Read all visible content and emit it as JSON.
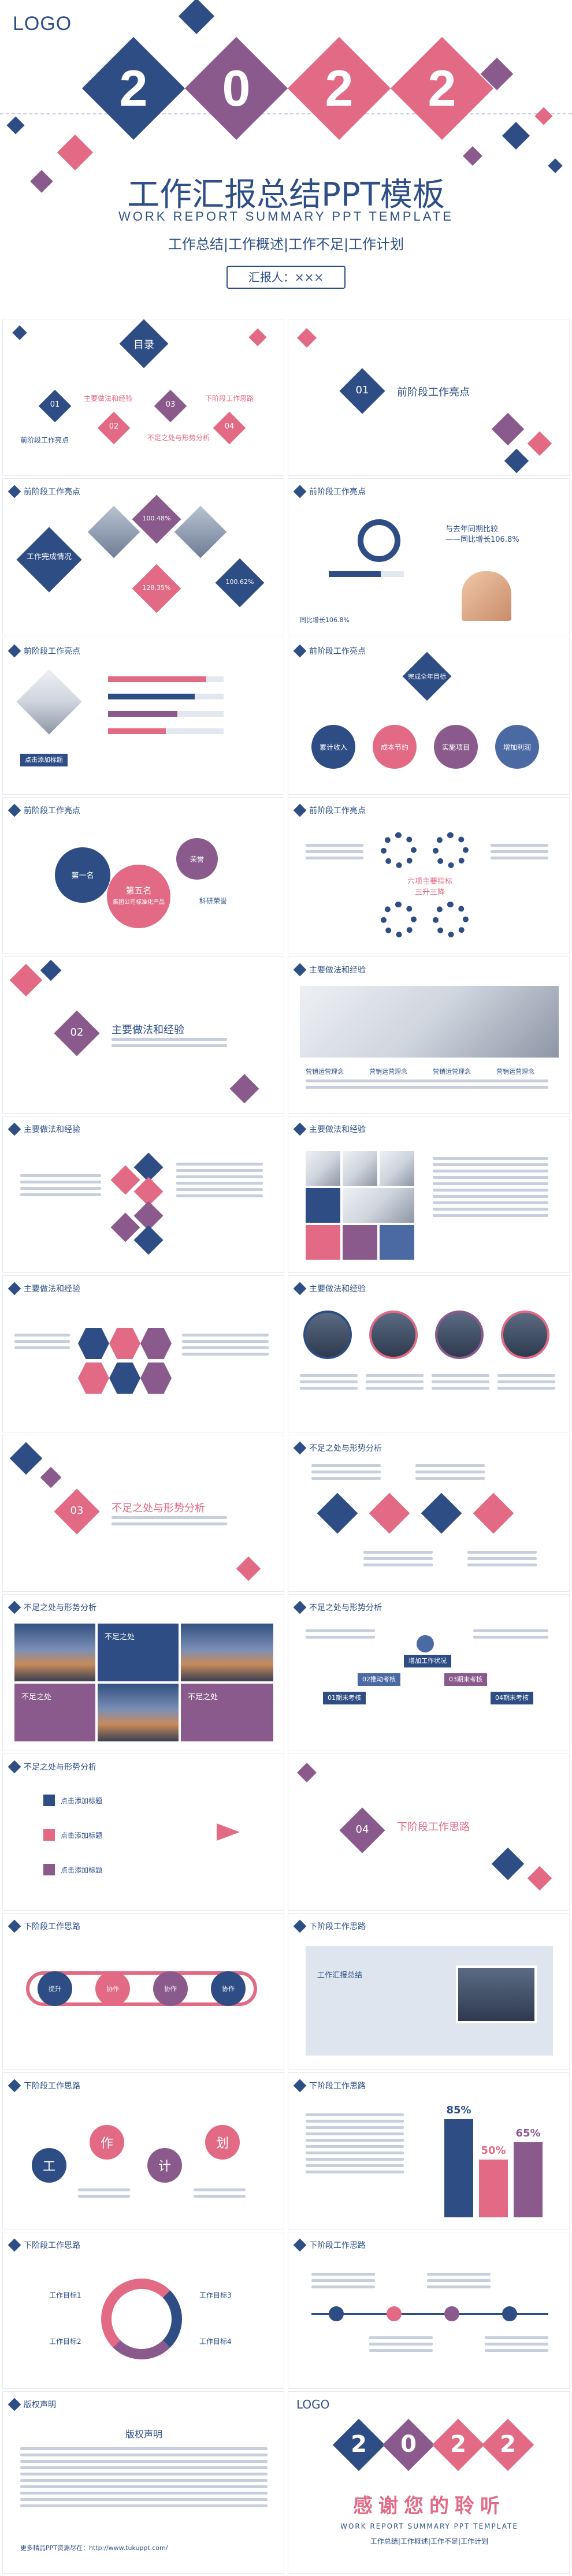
{
  "cover": {
    "logo": "LOGO",
    "year_digits": [
      "2",
      "0",
      "2",
      "2"
    ],
    "title": "工作汇报总结PPT模板",
    "subtitle": "WORK REPORT SUMMARY PPT TEMPLATE",
    "tags": "工作总结|工作概述|工作不足|工作计划",
    "reporter": "汇报人：×××"
  },
  "slides": {
    "toc": {
      "title": "目录",
      "items": [
        {
          "num": "01",
          "label": "前阶段工作亮点"
        },
        {
          "num": "02",
          "label": "主要做法和经验"
        },
        {
          "num": "03",
          "label": "不足之处与形势分析"
        },
        {
          "num": "04",
          "label": "下阶段工作思路"
        }
      ]
    },
    "sec1": {
      "num": "01",
      "title": "前阶段工作亮点"
    },
    "s_hl_a": {
      "head": "前阶段工作亮点",
      "center": "工作完成情况",
      "pct1": "100.48%",
      "pct2": "128.35%",
      "pct3": "100.62%"
    },
    "s_hl_b": {
      "head": "前阶段工作亮点",
      "line1": "与去年同期比较",
      "line2": "——同比增长106.8%",
      "small": "同比增长106.8%"
    },
    "s_hl_c": {
      "head": "前阶段工作亮点",
      "btn": "点击添加标题"
    },
    "s_hl_d": {
      "head": "前阶段工作亮点",
      "center": "完成全年目标",
      "circles": [
        "累计收入",
        "成本节约",
        "实施项目",
        "增加利润"
      ]
    },
    "s_hl_e": {
      "head": "前阶段工作亮点",
      "g1": "第一名",
      "g2": "第五名",
      "g2sub": "集团公司标准化产品",
      "g3": "荣誉",
      "label": "科研荣誉"
    },
    "s_hl_f": {
      "head": "前阶段工作亮点",
      "center": "六项主要指标三升三降"
    },
    "sec2": {
      "num": "02",
      "title": "主要做法和经验"
    },
    "s_ex_a": {
      "head": "主要做法和经验",
      "captions": [
        "营销运营理念",
        "营销运营理念",
        "营销运营理念",
        "营销运营理念"
      ]
    },
    "s_ex_b": {
      "head": "主要做法和经验"
    },
    "s_ex_c": {
      "head": "主要做法和经验"
    },
    "s_ex_d": {
      "head": "主要做法和经验"
    },
    "s_ex_e": {
      "head": "主要做法和经验"
    },
    "sec3": {
      "num": "03",
      "title": "不足之处与形势分析"
    },
    "s_an_a": {
      "head": "不足之处与形势分析"
    },
    "s_an_b": {
      "head": "不足之处与形势分析",
      "box1": "不足之处",
      "box2": "不足之处",
      "box3": "不足之处"
    },
    "s_an_c": {
      "head": "不足之处与形势分析",
      "chips": [
        "01期末考核",
        "02推动考核",
        "03期末考核",
        "04期末考核"
      ],
      "top": "增加工作状况"
    },
    "s_an_d": {
      "head": "不足之处与形势分析",
      "items": [
        "点击添加标题",
        "点击添加标题",
        "点击添加标题"
      ]
    },
    "sec4": {
      "num": "04",
      "title": "下阶段工作思路"
    },
    "s_pl_a": {
      "head": "下阶段工作思路",
      "circles": [
        "提升",
        "协作",
        "协作",
        "协作"
      ]
    },
    "s_pl_b": {
      "head": "下阶段工作思路",
      "label": "工作汇报总结"
    },
    "s_pl_c": {
      "head": "下阶段工作思路",
      "chars": [
        "工",
        "作",
        "计",
        "划"
      ]
    },
    "s_pl_d": {
      "head": "下阶段工作思路",
      "pcts": [
        "85%",
        "50%",
        "65%"
      ]
    },
    "s_pl_e": {
      "head": "下阶段工作思路",
      "labels": [
        "工作目标1",
        "工作目标2",
        "工作目标3",
        "工作目标4"
      ]
    },
    "s_pl_f": {
      "head": "下阶段工作思路"
    },
    "copyright": {
      "head": "版权声明",
      "title": "版权声明",
      "link": "更多精品PPT资源尽在：http://www.tukuppt.com/"
    },
    "end": {
      "logo": "LOGO",
      "year_digits": [
        "2",
        "0",
        "2",
        "2"
      ],
      "thanks": "感谢您的聆听",
      "sub": "WORK REPORT SUMMARY PPT TEMPLATE",
      "sub2": "工作总结|工作概述|工作不足|工作计划"
    }
  }
}
